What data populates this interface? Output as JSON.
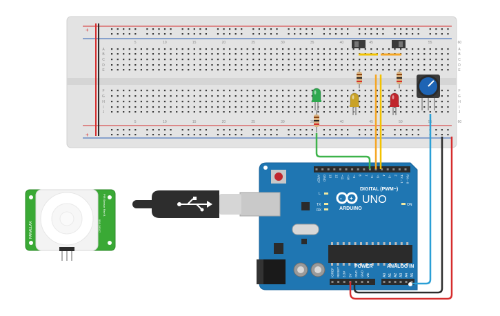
{
  "breadboard": {
    "row_letters_top": [
      "A",
      "B",
      "C",
      "D",
      "E"
    ],
    "row_letters_bottom": [
      "F",
      "G",
      "H",
      "I",
      "J"
    ],
    "column_numbers": [
      "5",
      "10",
      "15",
      "20",
      "25",
      "30",
      "35",
      "40",
      "45",
      "50",
      "55",
      "60"
    ],
    "rail_plus": "+",
    "rail_minus": "-"
  },
  "arduino": {
    "model_label": "UNO",
    "brand_label": "ARDUINO",
    "digital_header_label": "DIGITAL (PWM~)",
    "power_header_label": "POWER",
    "analog_header_label": "ANALOG IN",
    "led_labels": [
      "L",
      "TX",
      "RX",
      "ON"
    ],
    "digital_pins": [
      "AREF",
      "GND",
      "13",
      "12",
      "~11",
      "~10",
      "~9",
      "8",
      "7",
      "~6",
      "~5",
      "4",
      "~3",
      "2",
      "TX→1",
      "RX←0"
    ],
    "power_pins": [
      "IOREF",
      "RESET",
      "3.3V",
      "5V",
      "GND",
      "GND",
      "Vin"
    ],
    "analog_pins": [
      "A0",
      "A1",
      "A2",
      "A3",
      "A4",
      "A5"
    ]
  },
  "pir_sensor": {
    "brand_label": "PARALLAX",
    "side_label": "PIR Sensor Rev B",
    "part_label": "555-28027"
  },
  "components": {
    "leds": [
      {
        "name": "green-led",
        "color": "#2fa84f"
      },
      {
        "name": "yellow-led",
        "color": "#c9a227"
      },
      {
        "name": "red-led",
        "color": "#c0262d"
      }
    ],
    "potentiometer_knob_color": "#1e64b4"
  },
  "wire_colors": {
    "green": "#3db34a",
    "orange": "#f5a623",
    "yellow": "#f2c200",
    "blue": "#2a9fd6",
    "red": "#d62d2d",
    "black": "#2b2b2b"
  }
}
